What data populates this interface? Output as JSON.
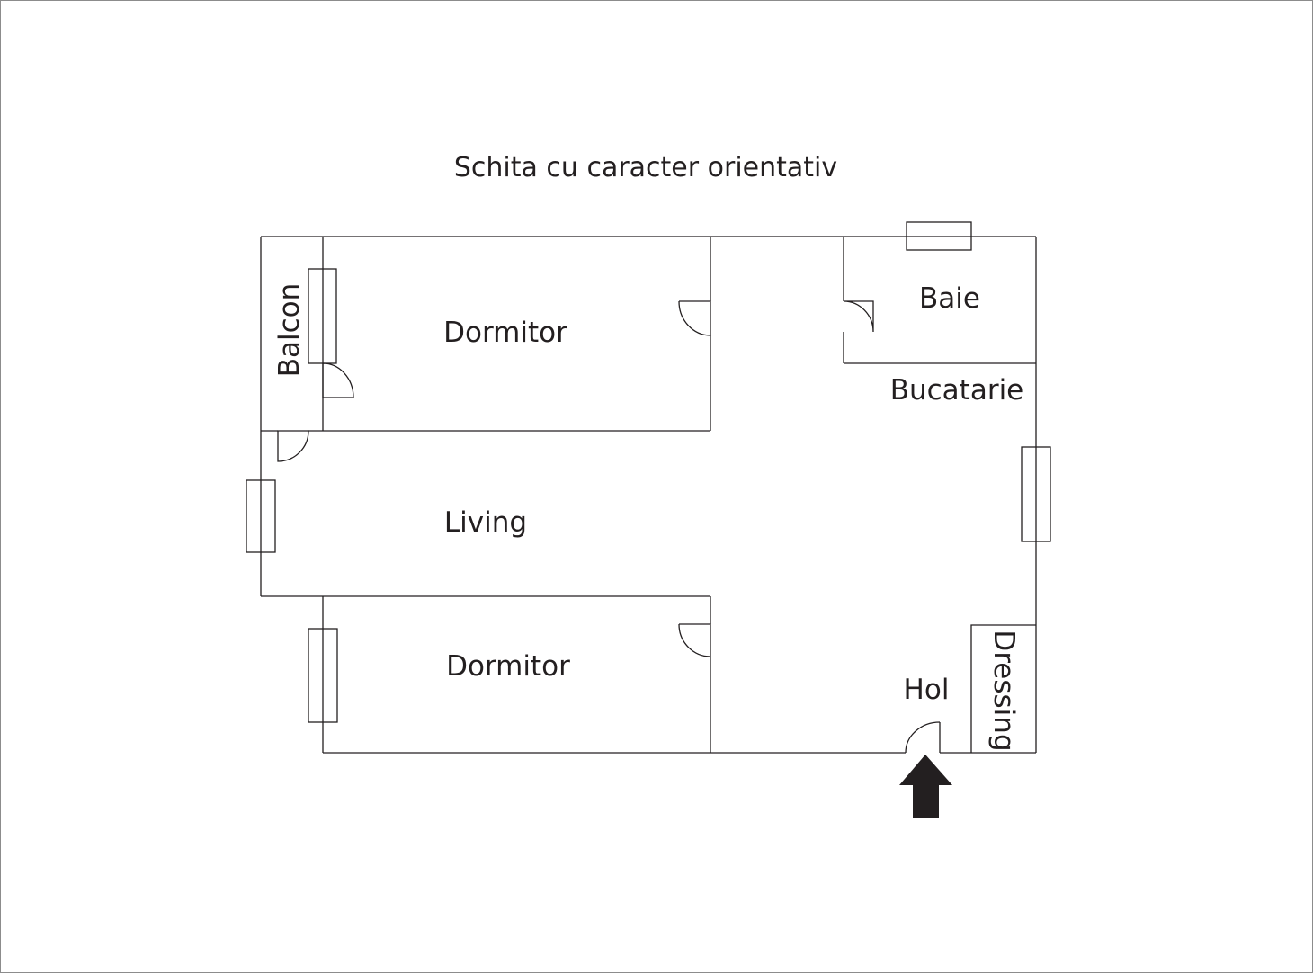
{
  "title": "Schita cu caracter orientativ",
  "rooms": {
    "balcon": "Balcon",
    "dormitor_top": "Dormitor",
    "baie": "Baie",
    "bucatarie": "Bucatarie",
    "living": "Living",
    "dormitor_bottom": "Dormitor",
    "hol": "Hol",
    "dressing": "Dressing"
  },
  "colors": {
    "line": "#231f20",
    "background": "#ffffff",
    "border": "#8c8c8c"
  },
  "icons": {
    "entrance": "arrow-up-icon"
  }
}
